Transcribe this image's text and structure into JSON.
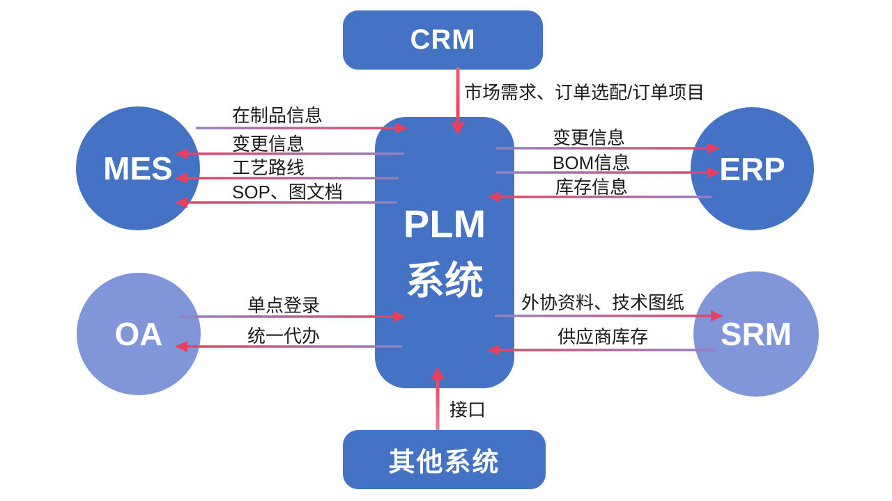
{
  "colors": {
    "node_blue": "#4472C4",
    "node_light_blue": "#8096D8",
    "arrow_purple": "#8D86C9",
    "arrow_red": "#E8415F",
    "label_text": "#1A1A1A",
    "node_text": "#FFFFFF",
    "background": "#FFFFFF"
  },
  "nodes": {
    "plm": {
      "line1": "PLM",
      "line2": "系统"
    },
    "crm": {
      "label": "CRM"
    },
    "mes": {
      "label": "MES"
    },
    "erp": {
      "label": "ERP"
    },
    "oa": {
      "label": "OA"
    },
    "srm": {
      "label": "SRM"
    },
    "other": {
      "label": "其他系统"
    }
  },
  "flows": {
    "crm_to_plm": {
      "label": "市场需求、订单选配/订单项目",
      "direction": "crm-to-plm"
    },
    "mes_wip": {
      "label": "在制品信息",
      "direction": "mes-to-plm"
    },
    "mes_change": {
      "label": "变更信息",
      "direction": "plm-to-mes"
    },
    "mes_route": {
      "label": "工艺路线",
      "direction": "plm-to-mes"
    },
    "mes_sop": {
      "label": "SOP、图文档",
      "direction": "plm-to-mes"
    },
    "erp_change": {
      "label": "变更信息",
      "direction": "plm-to-erp"
    },
    "erp_bom": {
      "label": "BOM信息",
      "direction": "plm-to-erp"
    },
    "erp_inventory": {
      "label": "库存信息",
      "direction": "erp-to-plm"
    },
    "oa_sso": {
      "label": "单点登录",
      "direction": "oa-to-plm"
    },
    "oa_todo": {
      "label": "统一代办",
      "direction": "plm-to-oa"
    },
    "srm_docs": {
      "label": "外协资料、技术图纸",
      "direction": "plm-to-srm"
    },
    "srm_inventory": {
      "label": "供应商库存",
      "direction": "srm-to-plm"
    },
    "other_interface": {
      "label": "接口",
      "direction": "other-to-plm"
    }
  }
}
